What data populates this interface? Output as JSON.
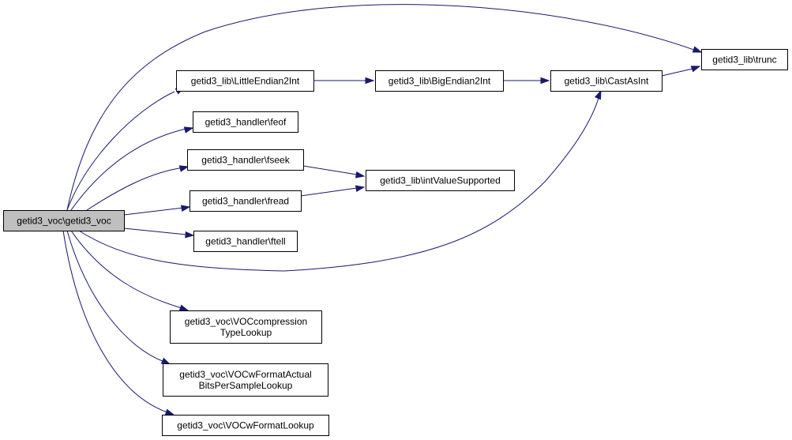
{
  "colors": {
    "edge": "#191970",
    "root_fill": "#bfbfbf",
    "node_fill": "#ffffff",
    "node_border": "#000000"
  },
  "nodes": {
    "root": {
      "lines": [
        "getid3_voc\\getid3_voc"
      ]
    },
    "trunc": {
      "lines": [
        "getid3_lib\\trunc"
      ]
    },
    "le2int": {
      "lines": [
        "getid3_lib\\LittleEndian2Int"
      ]
    },
    "be2int": {
      "lines": [
        "getid3_lib\\BigEndian2Int"
      ]
    },
    "castasint": {
      "lines": [
        "getid3_lib\\CastAsInt"
      ]
    },
    "feof": {
      "lines": [
        "getid3_handler\\feof"
      ]
    },
    "fseek": {
      "lines": [
        "getid3_handler\\fseek"
      ]
    },
    "fread": {
      "lines": [
        "getid3_handler\\fread"
      ]
    },
    "ftell": {
      "lines": [
        "getid3_handler\\ftell"
      ]
    },
    "intvalue": {
      "lines": [
        "getid3_lib\\intValueSupported"
      ]
    },
    "voccomp": {
      "lines": [
        "getid3_voc\\VOCcompression",
        "TypeLookup"
      ]
    },
    "vocbits": {
      "lines": [
        "getid3_voc\\VOCwFormatActual",
        "BitsPerSampleLookup"
      ]
    },
    "vocfmt": {
      "lines": [
        "getid3_voc\\VOCwFormatLookup"
      ]
    }
  },
  "edges": [
    {
      "from": "root",
      "to": "trunc"
    },
    {
      "from": "root",
      "to": "le2int"
    },
    {
      "from": "root",
      "to": "feof"
    },
    {
      "from": "root",
      "to": "fseek"
    },
    {
      "from": "root",
      "to": "fread"
    },
    {
      "from": "root",
      "to": "ftell"
    },
    {
      "from": "root",
      "to": "castasint"
    },
    {
      "from": "root",
      "to": "voccomp"
    },
    {
      "from": "root",
      "to": "vocbits"
    },
    {
      "from": "root",
      "to": "vocfmt"
    },
    {
      "from": "le2int",
      "to": "be2int"
    },
    {
      "from": "be2int",
      "to": "castasint"
    },
    {
      "from": "castasint",
      "to": "trunc"
    },
    {
      "from": "fseek",
      "to": "intvalue"
    },
    {
      "from": "fread",
      "to": "intvalue"
    }
  ]
}
